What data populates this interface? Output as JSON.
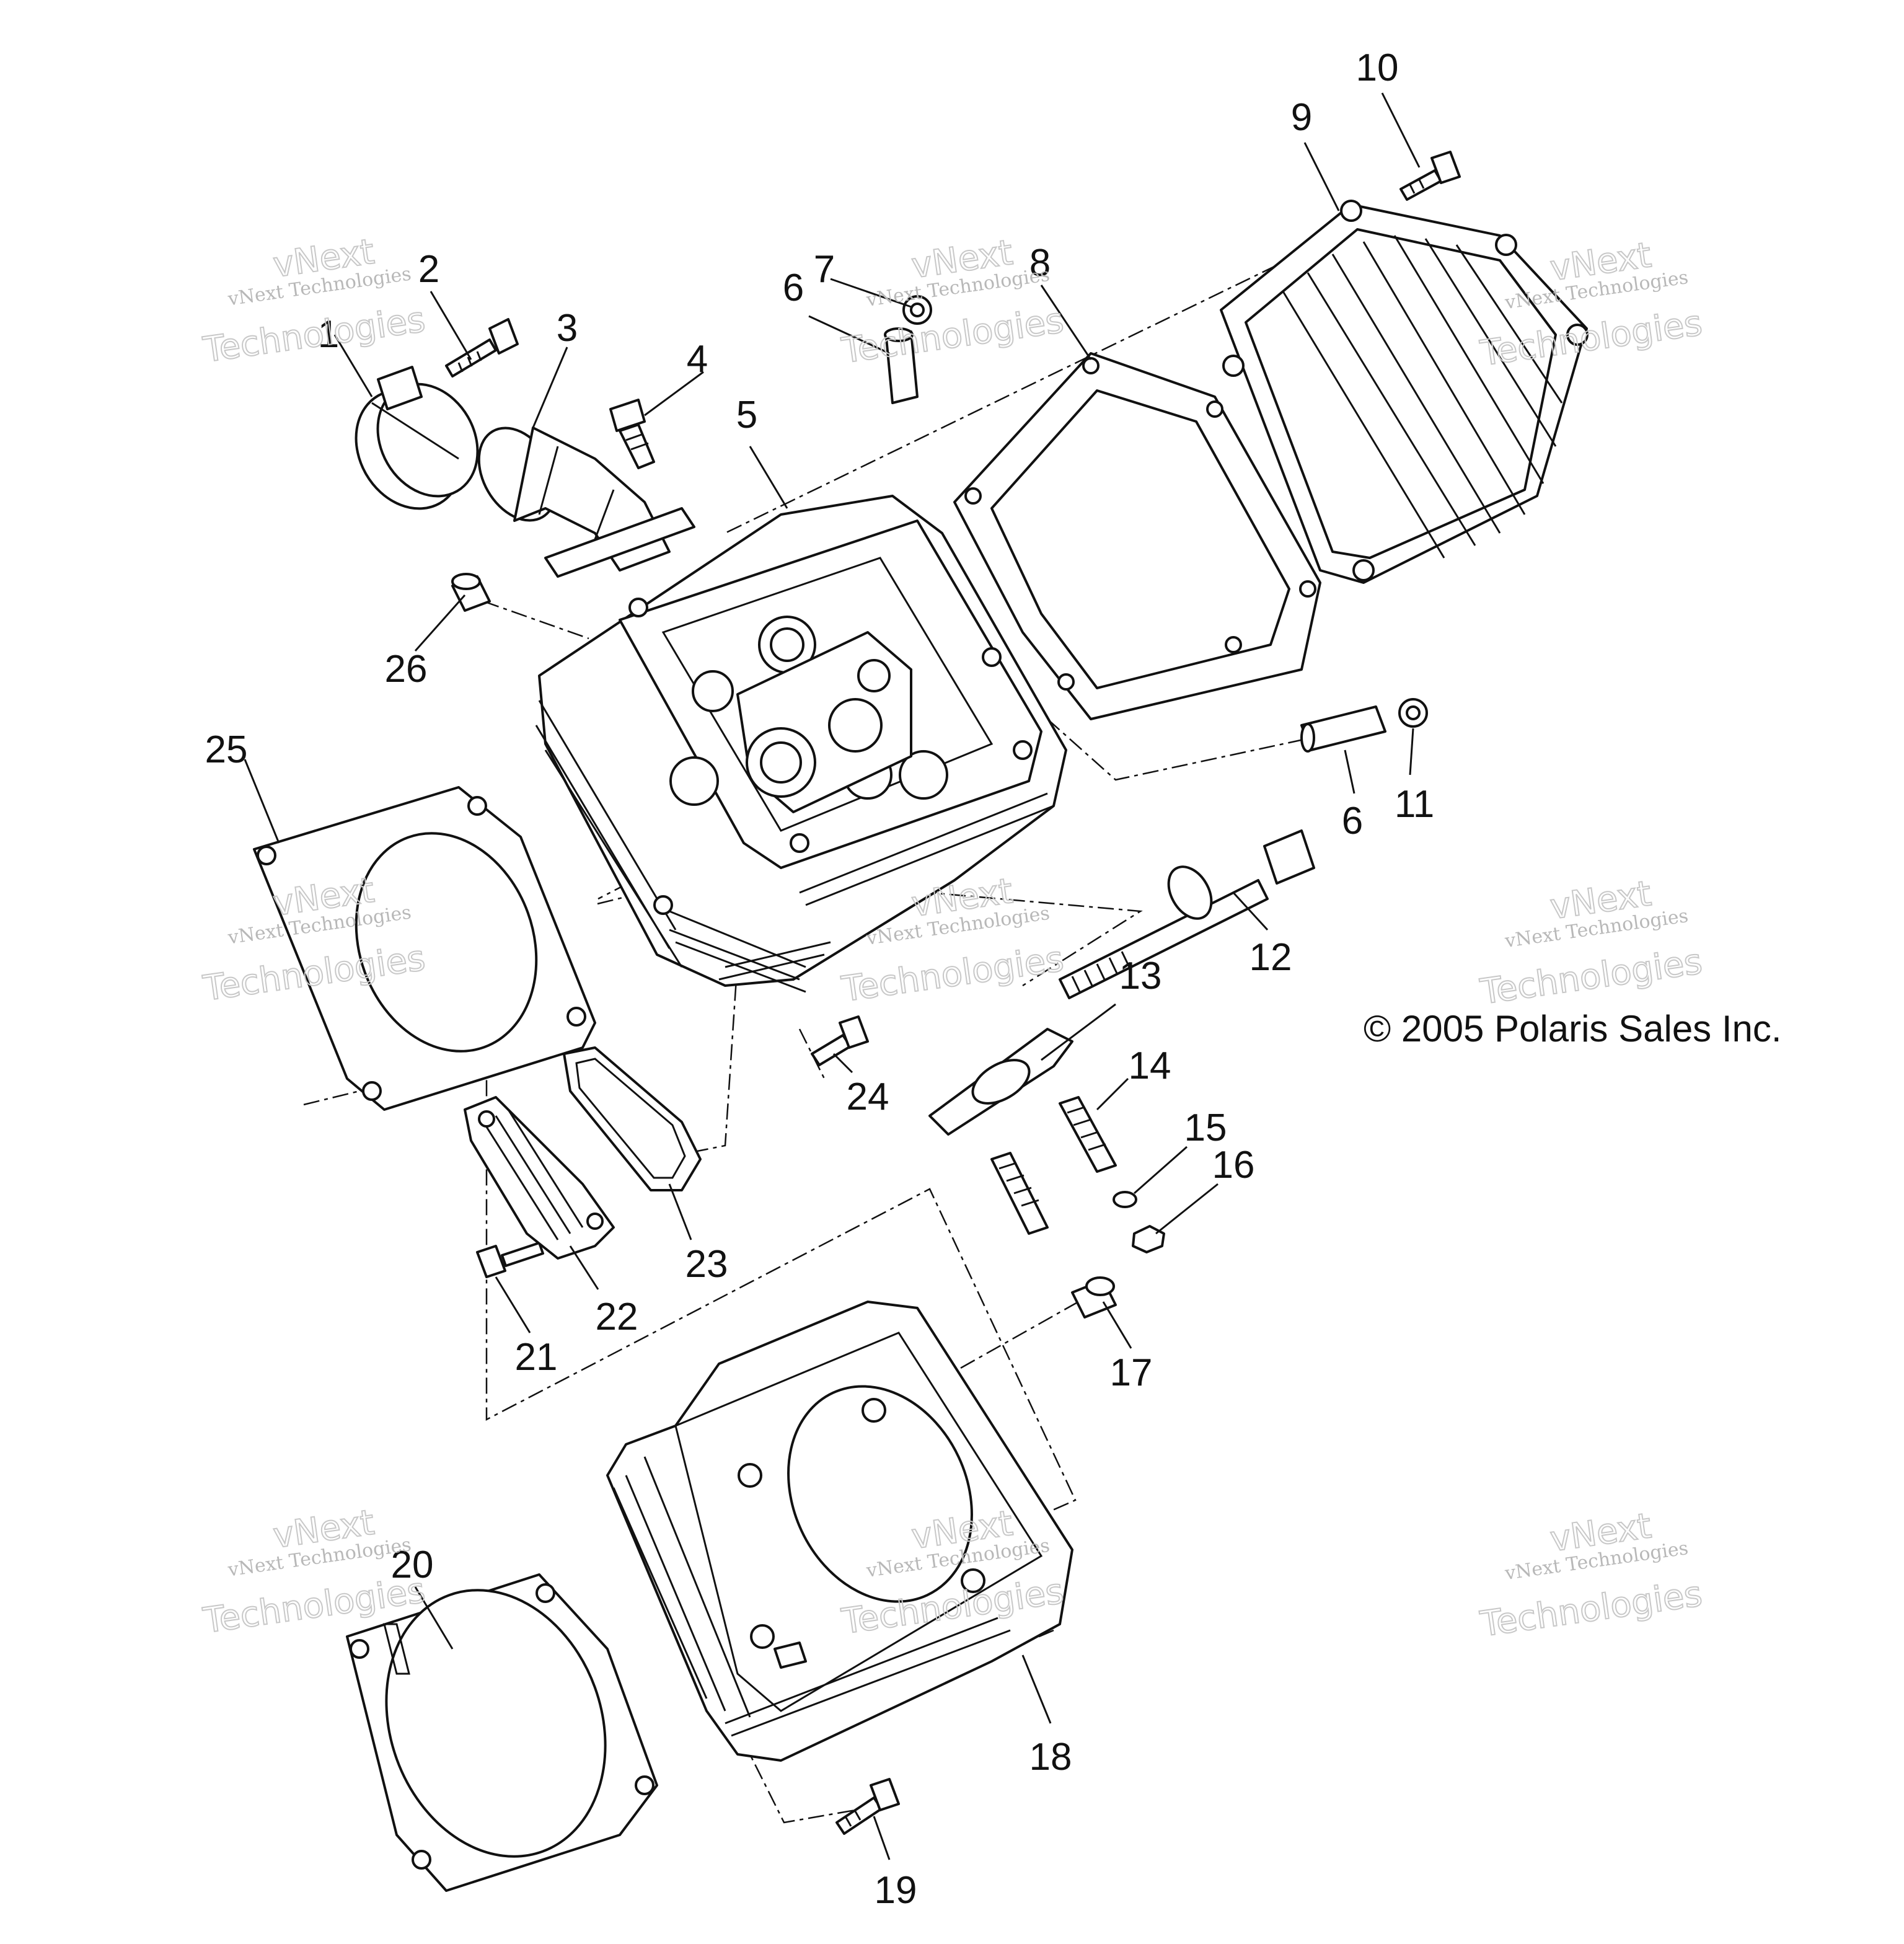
{
  "copyright": "© 2005 Polaris Sales Inc.",
  "watermark": {
    "line1": "vNext Technologies",
    "line2": "vNext",
    "line3": "Technologies"
  },
  "callouts": [
    "1",
    "2",
    "3",
    "4",
    "5",
    "6",
    "7",
    "8",
    "9",
    "10",
    "6",
    "11",
    "12",
    "13",
    "14",
    "15",
    "16",
    "17",
    "18",
    "19",
    "20",
    "21",
    "22",
    "23",
    "24",
    "25",
    "26"
  ]
}
